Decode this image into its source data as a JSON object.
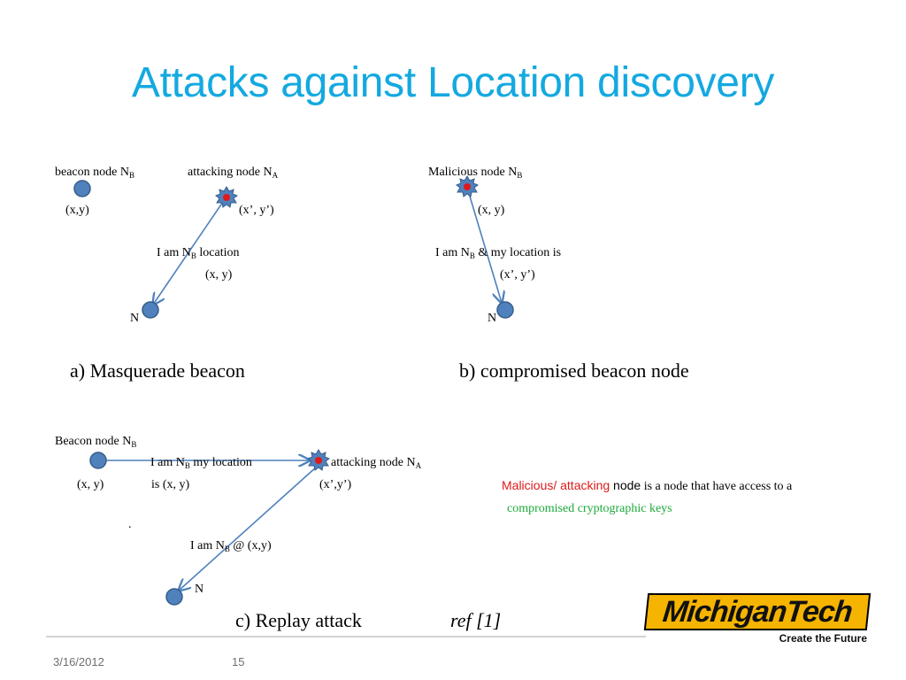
{
  "slide": {
    "title": "Attacks against Location discovery",
    "date": "3/16/2012",
    "page_number": "15"
  },
  "panel_a": {
    "beacon_label": "beacon node N",
    "beacon_sub": "B",
    "beacon_coord": "(x,y)",
    "attacker_label": "attacking node N",
    "attacker_sub": "A",
    "attacker_coord": "(x’, y’)",
    "msg_prefix": "I am N",
    "msg_sub": "B",
    "msg_suffix": " location",
    "msg_coord": "(x, y)",
    "node_label": "N",
    "caption": "a) Masquerade beacon"
  },
  "panel_b": {
    "malicious_label": "Malicious node  N",
    "malicious_sub": "B",
    "malicious_coord": "(x, y)",
    "msg_prefix": "I am N",
    "msg_sub": "B",
    "msg_suffix": " & my location is",
    "msg_coord": "(x’, y’)",
    "node_label": "N",
    "caption": "b) compromised beacon node"
  },
  "panel_c": {
    "beacon_label": "Beacon node N",
    "beacon_sub": "B",
    "beacon_coord": "(x, y)",
    "msg1_prefix": "I am N",
    "msg1_sub": "B",
    "msg1_suffix": " my location",
    "msg1_line2": "is (x, y)",
    "attacker_label": "attacking node N",
    "attacker_sub": "A",
    "attacker_coord": "(x’,y’)",
    "dot": ".",
    "msg2_prefix": "I am N",
    "msg2_sub": "B",
    "msg2_suffix": " @ (x,y)",
    "node_label": "N",
    "caption": "c) Replay attack",
    "ref": "ref [1]"
  },
  "definition": {
    "red_part": "Malicious/ attacking",
    "sans_part": " node",
    "rest": " is a node that have access to a",
    "line2": "compromised cryptographic keys"
  },
  "logo": {
    "wordmark": "MichiganTech",
    "tagline": "Create the Future"
  },
  "colors": {
    "title": "#14a9e0",
    "node_fill": "#4f81bd",
    "node_stroke": "#385d8a",
    "attacker_core": "#e0191a",
    "arrow": "#4f81bd",
    "highlight_red": "#e0191a",
    "highlight_green": "#1aa93a"
  },
  "icons": {
    "regular_node": "blue-circle",
    "attacker_node": "starburst-with-red-core"
  }
}
